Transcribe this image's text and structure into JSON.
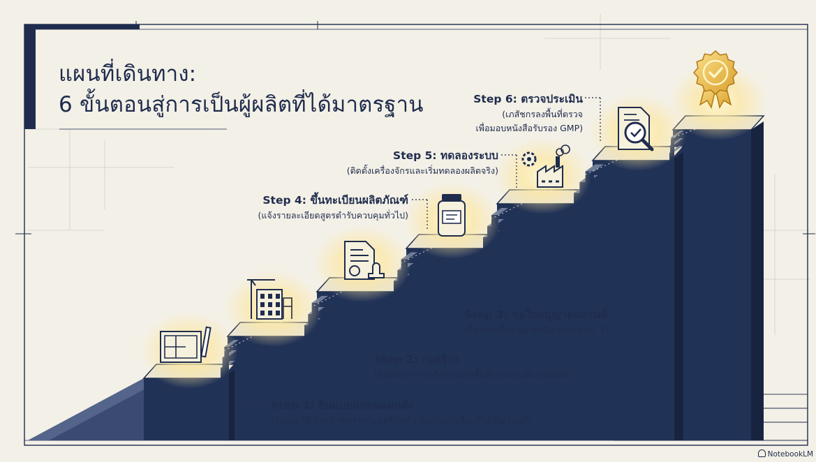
{
  "title": {
    "line1": "แผนที่เดินทาง:",
    "line2": "6 ขั้นตอนสู่การเป็นผู้ผลิตที่ได้มาตรฐาน"
  },
  "steps": [
    {
      "title": "Step 1: ยื่นแบบแปลนแผนผัง",
      "desc": "(ส่งแบบให้เจ้าหน้าที่ตรวจก่อนสร้างจริง ป้องกันการรื้อแก้ให้เสียเงินฟรี)",
      "icon": "blueprint-icon"
    },
    {
      "title": "Step 2: ก่อสร้าง",
      "desc": "(ลงมือก่อสร้างหรือปรับปรุงพื้นที่ตามแบบที่ผ่านอนุมัติ)",
      "icon": "construction-crane-icon"
    },
    {
      "title": "Step 3: ขอใบอนุญาตสถานที่",
      "desc": "(ยื่นขอรับใบอนุญาตผลิต แบบ สบพ. 1)",
      "icon": "document-stamp-icon"
    },
    {
      "title": "Step 4: ขึ้นทะเบียนผลิตภัณฑ์",
      "desc": "(แจ้งรายละเอียดสูตรตำรับควบคุมทั่วไป)",
      "icon": "product-bottle-icon"
    },
    {
      "title": "Step 5: ทดลองระบบ",
      "desc": "(ติดตั้งเครื่องจักรและเริ่มทดลองผลิตจริง)",
      "icon": "factory-gear-icon"
    },
    {
      "title": "Step 6: ตรวจประเมิน",
      "desc1": "(เภสัชกรลงพื้นที่ตรวจ",
      "desc2": "เพื่อมอบหนังสือรับรอง GMP)",
      "icon": "inspection-magnifier-icon"
    }
  ],
  "award_icon": "certificate-badge-icon",
  "credit": "NotebookLM",
  "colors": {
    "background": "#f3f0e7",
    "navy": "#1f2c4d",
    "stair_front": "#213257",
    "stair_top": "#6f7d99",
    "glow": "#fde7a0",
    "gold": "#e7b948"
  }
}
